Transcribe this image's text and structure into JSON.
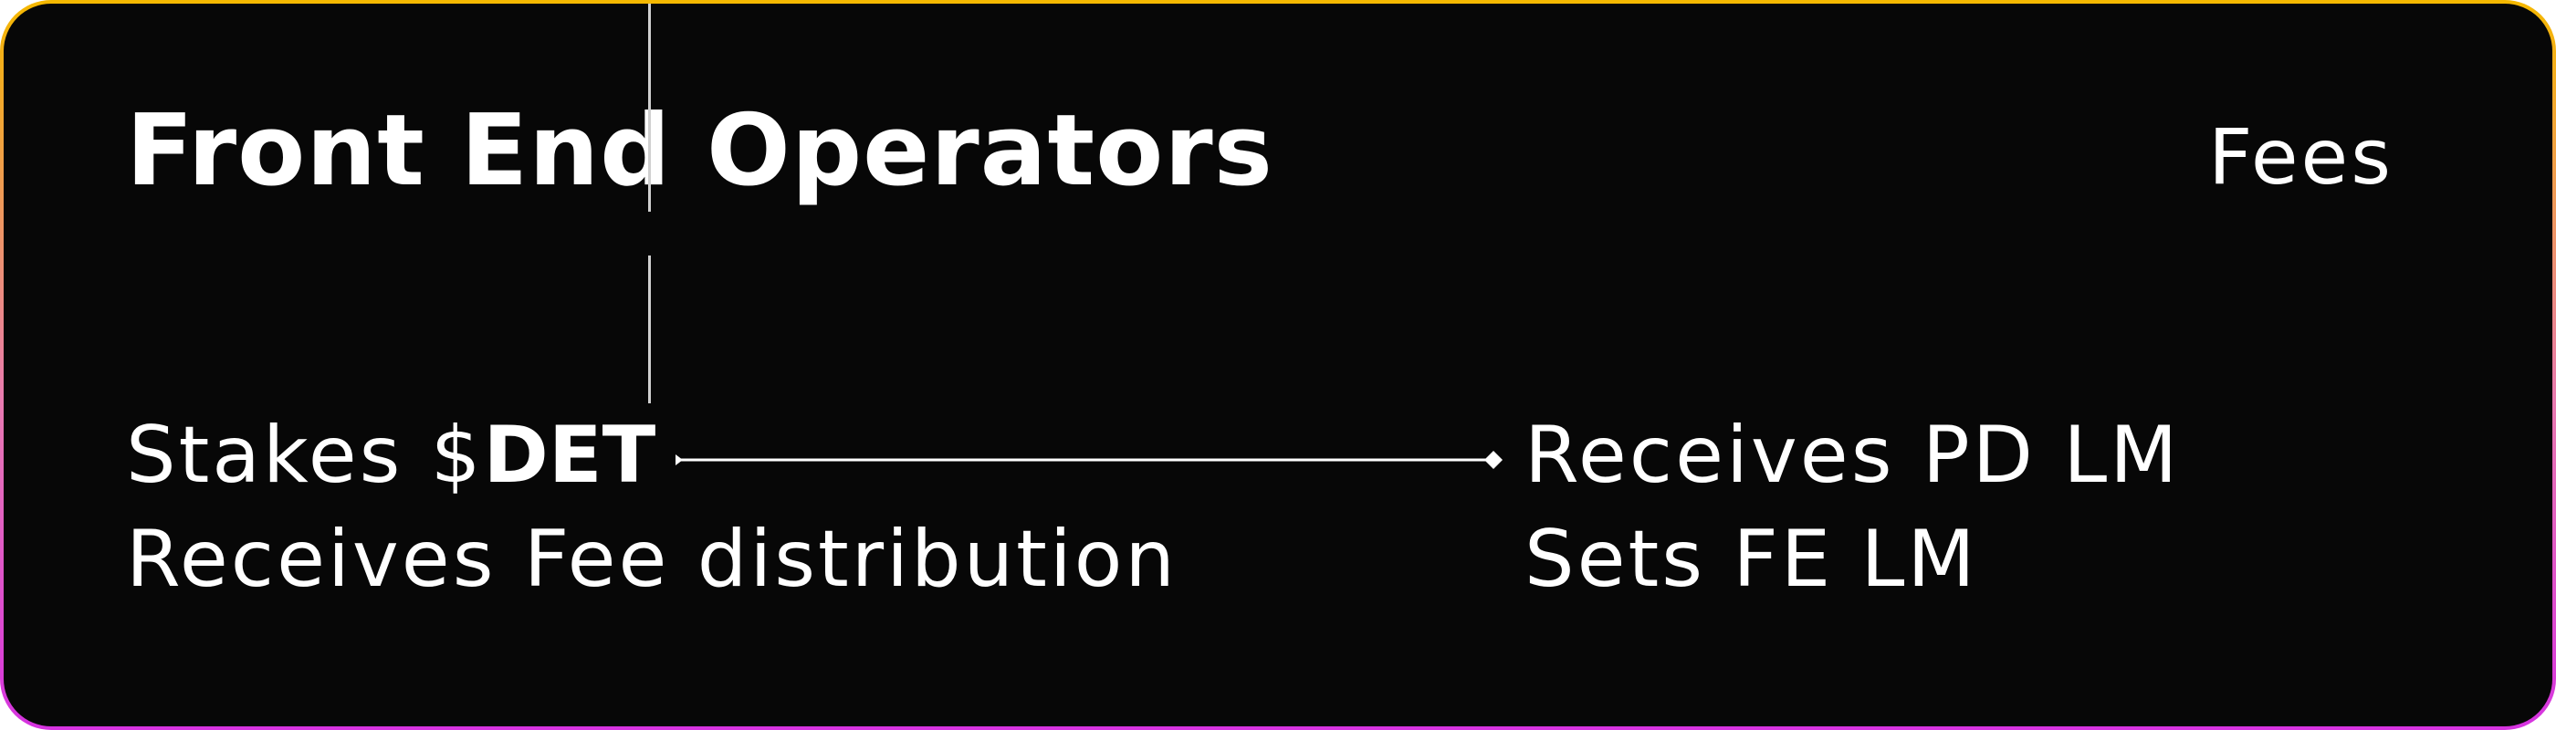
{
  "title": "Front End Operators",
  "tag": "Fees",
  "left": {
    "stakes_prefix": "Stakes $",
    "stakes_token": "DET",
    "line2": "Receives Fee distribution"
  },
  "right": {
    "line1": "Receives PD LM",
    "line2": "Sets FE LM"
  },
  "colors": {
    "background": "#070707",
    "text": "#ffffff",
    "border_gradient": [
      "#f5b800",
      "#e87ab0",
      "#d633e0"
    ]
  }
}
